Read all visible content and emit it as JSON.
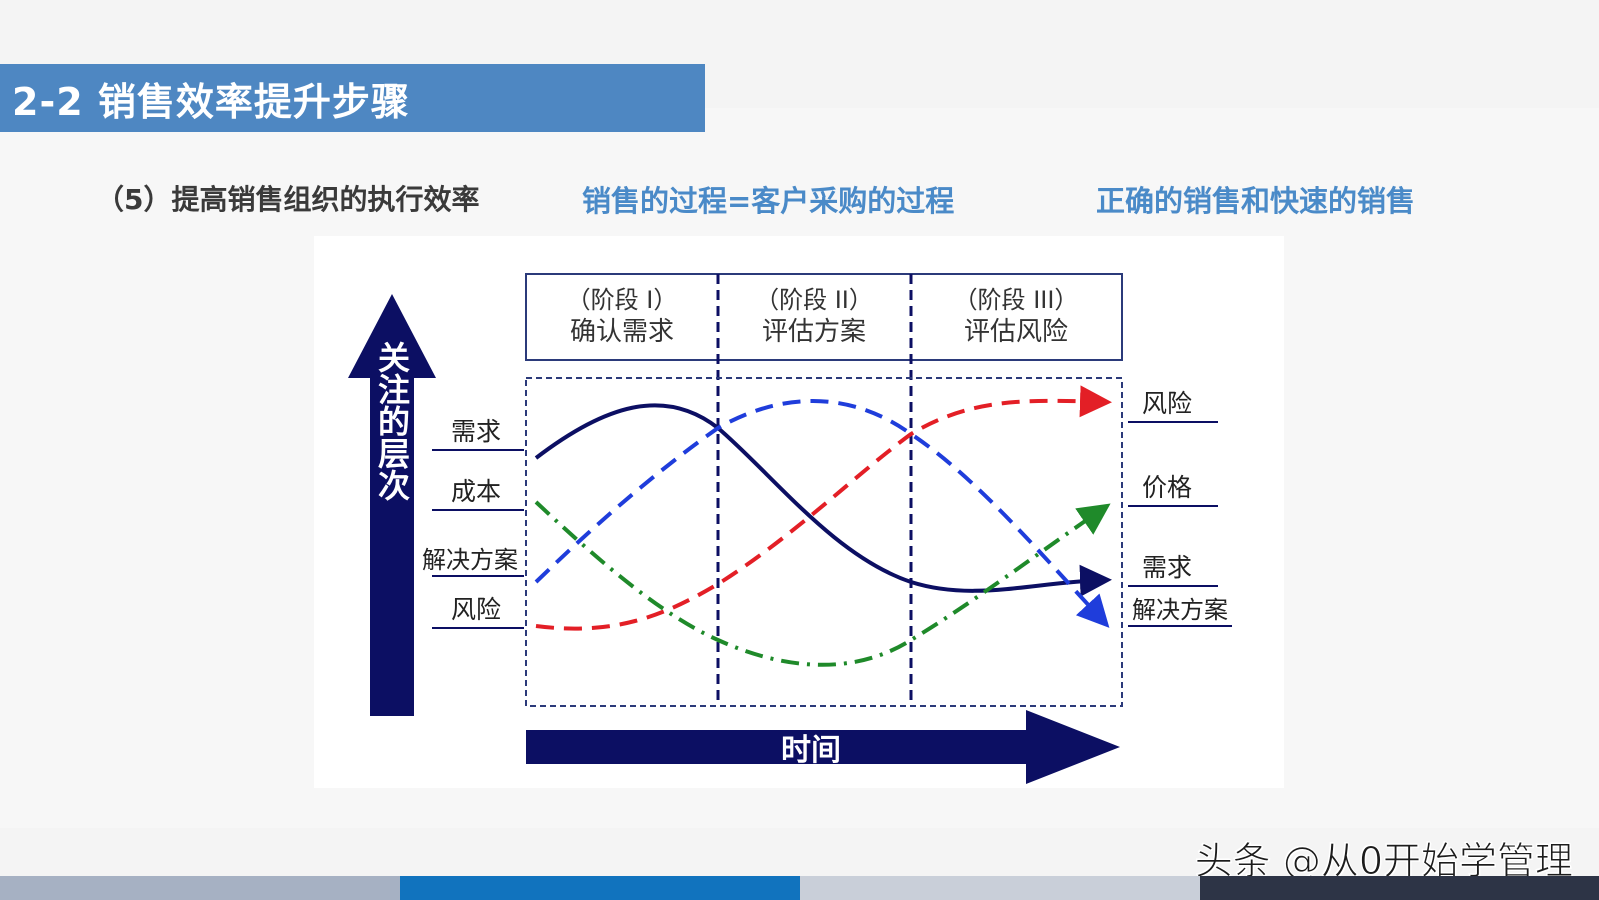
{
  "slide": {
    "title": "2-2 销售效率提升步骤",
    "subheadings": {
      "point": "（5）提高销售组织的执行效率",
      "equation": "销售的过程=客户采购的过程",
      "principle": "正确的销售和快速的销售"
    }
  },
  "diagram": {
    "stages": [
      {
        "label": "（阶段 I）",
        "name": "确认需求"
      },
      {
        "label": "（阶段 II）",
        "name": "评估方案"
      },
      {
        "label": "（阶段 III）",
        "name": "评估风险"
      }
    ],
    "y_axis_label": "关注的层次",
    "x_axis_label": "时间",
    "left_labels": [
      "需求",
      "成本",
      "解决方案",
      "风险"
    ],
    "right_labels": [
      "风险",
      "价格",
      "需求",
      "解决方案"
    ],
    "colors": {
      "navy": "#0c0f63",
      "red": "#e31f26",
      "blue": "#1f3ddb",
      "green": "#1f8a2a"
    }
  },
  "watermark": "头条 @从0开始学管理"
}
